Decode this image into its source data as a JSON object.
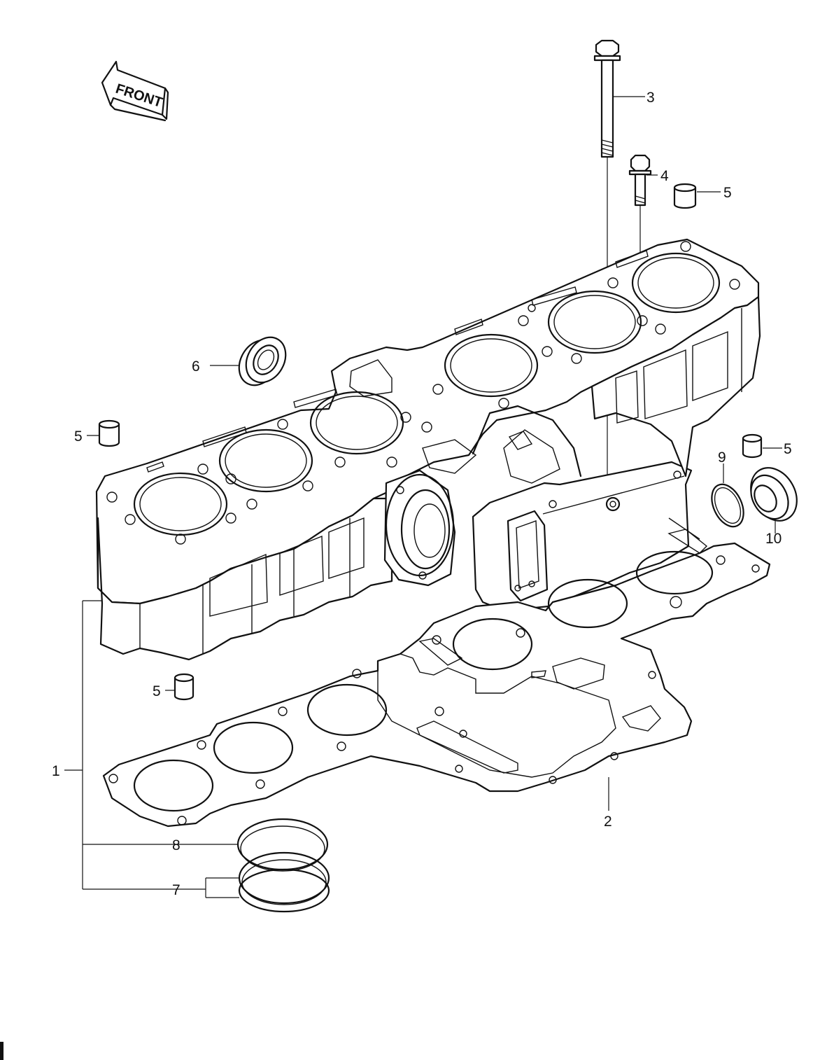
{
  "front_label": "FRONT",
  "callouts": {
    "cylinder_block": "1",
    "base_gasket": "2",
    "long_bolt": "3",
    "short_bolt": "4",
    "dowel_pin": "5",
    "oil_seal": "6",
    "o_ring_7": "7",
    "o_ring_8": "8",
    "o_ring_9": "9",
    "plug_10": "10"
  },
  "colors": {
    "line": "#111111",
    "background": "#ffffff"
  },
  "icons": [
    "front-arrow-icon"
  ]
}
